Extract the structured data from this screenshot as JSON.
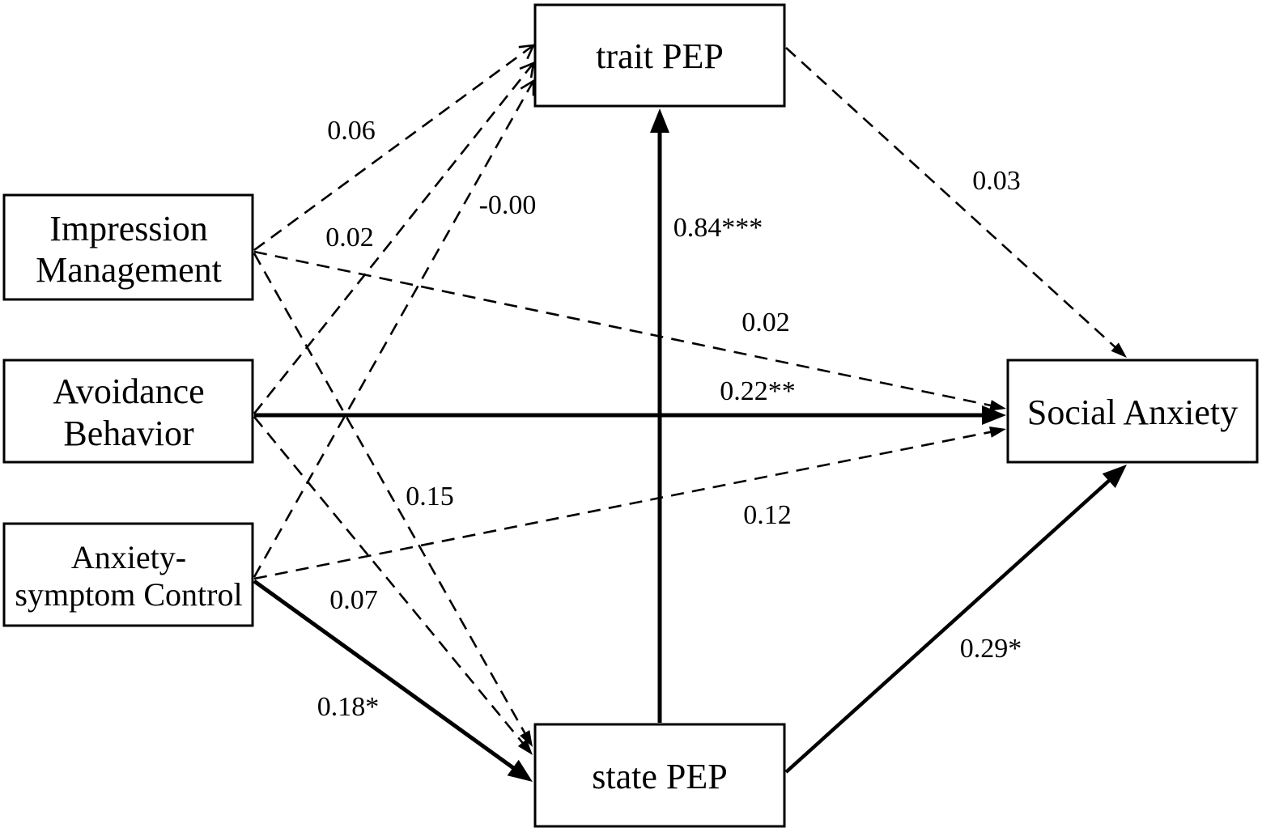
{
  "nodes": {
    "trait_pep": {
      "label": "trait PEP"
    },
    "impression_management": {
      "line1": "Impression",
      "line2": "Management"
    },
    "avoidance_behavior": {
      "line1": "Avoidance",
      "line2": "Behavior"
    },
    "anxiety_symptom_control": {
      "line1": "Anxiety-",
      "line2": "symptom Control"
    },
    "social_anxiety": {
      "label": "Social Anxiety"
    },
    "state_pep": {
      "label": "state PEP"
    }
  },
  "paths": {
    "impression_management_to_trait_pep": {
      "coefficient": "0.06",
      "dashed": true
    },
    "avoidance_behavior_to_trait_pep": {
      "coefficient": "0.02",
      "dashed": true
    },
    "anxiety_symptom_control_to_trait_pep": {
      "coefficient": "-0.00",
      "dashed": true
    },
    "impression_management_to_social_anxiety": {
      "coefficient": "0.02",
      "dashed": true
    },
    "avoidance_behavior_to_social_anxiety": {
      "coefficient": "0.22**",
      "dashed": false
    },
    "anxiety_symptom_control_to_social_anxiety": {
      "coefficient": "0.12",
      "dashed": true
    },
    "impression_management_to_state_pep": {
      "coefficient": "0.15",
      "dashed": true
    },
    "avoidance_behavior_to_state_pep": {
      "coefficient": "0.07",
      "dashed": true
    },
    "anxiety_symptom_control_to_state_pep": {
      "coefficient": "0.18*",
      "dashed": false
    },
    "state_pep_to_trait_pep": {
      "coefficient": "0.84***",
      "dashed": false
    },
    "trait_pep_to_social_anxiety": {
      "coefficient": "0.03",
      "dashed": true
    },
    "state_pep_to_social_anxiety": {
      "coefficient": "0.29*",
      "dashed": false
    }
  }
}
